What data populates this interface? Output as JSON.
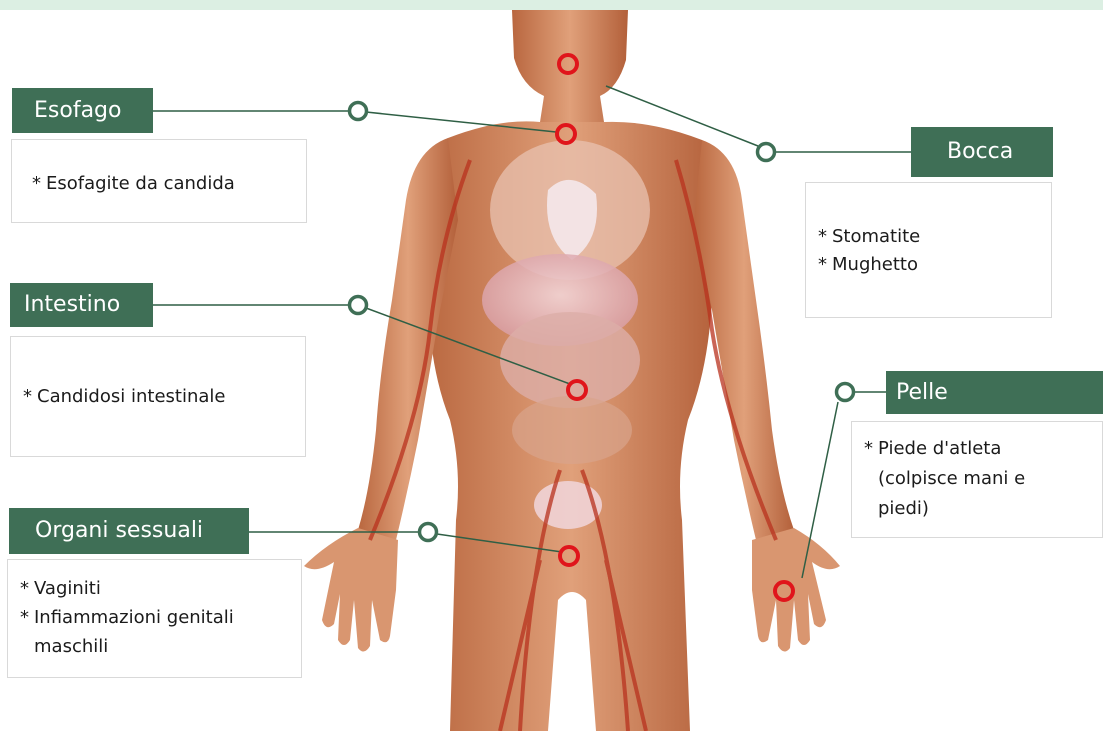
{
  "colors": {
    "label_bg": "#3f6f56",
    "connector": "#2f5f45",
    "marker": "#e0151b",
    "band": "#dcefe3"
  },
  "regions": {
    "esofago": {
      "title": "Esofago",
      "items": [
        "Esofagite da candida"
      ]
    },
    "bocca": {
      "title": "Bocca",
      "items": [
        "Stomatite",
        "Mughetto"
      ]
    },
    "intestino": {
      "title": "Intestino",
      "items": [
        "Candidosi intestinale"
      ]
    },
    "pelle": {
      "title": "Pelle",
      "items": [
        "Piede d'atleta",
        "(colpisce mani e",
        "piedi)"
      ]
    },
    "organi": {
      "title": "Organi sessuali",
      "items": [
        "Vaginiti",
        "Infiammazioni genitali",
        "maschili"
      ]
    }
  }
}
